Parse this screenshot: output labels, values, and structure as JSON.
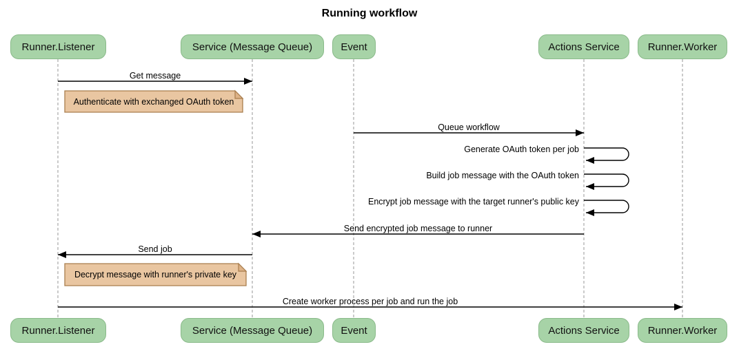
{
  "title": "Running workflow",
  "participants": [
    {
      "label": "Runner.Listener"
    },
    {
      "label": "Service (Message Queue)"
    },
    {
      "label": "Event"
    },
    {
      "label": "Actions Service"
    },
    {
      "label": "Runner.Worker"
    }
  ],
  "messages": [
    {
      "label": "Get message",
      "from": "Runner.Listener",
      "to": "Service (Message Queue)",
      "self": false
    },
    {
      "label": "Queue workflow",
      "from": "Event",
      "to": "Actions Service",
      "self": false
    },
    {
      "label": "Generate OAuth token per job",
      "from": "Actions Service",
      "to": "Actions Service",
      "self": true
    },
    {
      "label": "Build job message with the OAuth token",
      "from": "Actions Service",
      "to": "Actions Service",
      "self": true
    },
    {
      "label": "Encrypt job message with the target runner's public key",
      "from": "Actions Service",
      "to": "Actions Service",
      "self": true
    },
    {
      "label": "Send encrypted job message to runner",
      "from": "Actions Service",
      "to": "Service (Message Queue)",
      "self": false
    },
    {
      "label": "Send job",
      "from": "Service (Message Queue)",
      "to": "Runner.Listener",
      "self": false
    },
    {
      "label": "Create worker process per job and run the job",
      "from": "Runner.Listener",
      "to": "Runner.Worker",
      "self": false
    }
  ],
  "notes": [
    {
      "label": "Authenticate with exchanged OAuth token",
      "position": "right of Runner.Listener"
    },
    {
      "label": "Decrypt message with runner's private key",
      "position": "right of Runner.Listener"
    }
  ],
  "colors": {
    "participant_fill": "#a7d3a7",
    "participant_border": "#89ba89",
    "note_fill": "#e9c6a1",
    "note_border": "#a97e4e",
    "note_fold": "#ddb287",
    "lifeline": "#a8a8a8",
    "arrow": "#000000",
    "text": "#000000"
  }
}
